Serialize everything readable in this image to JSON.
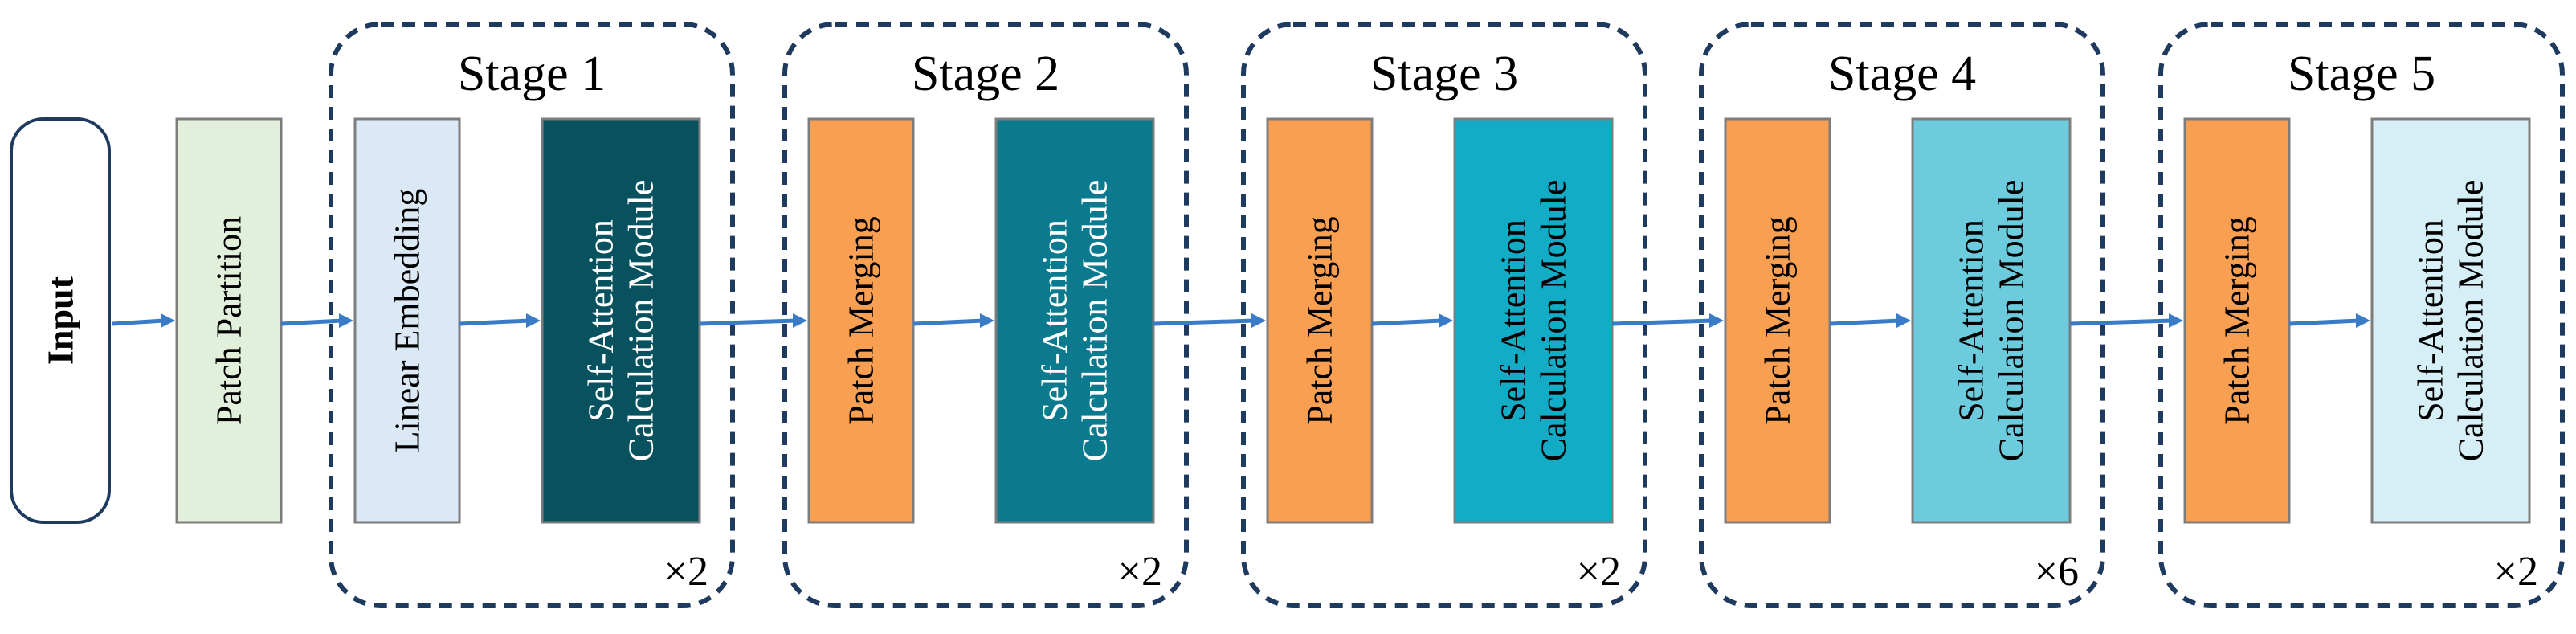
{
  "input": {
    "label": "Input"
  },
  "patch_partition": {
    "label": "Patch Partition",
    "color": "#e2efda"
  },
  "stages": [
    {
      "title": "Stage 1",
      "multiplier": "×2",
      "blocks": [
        {
          "lines": [
            "Linear Embedding"
          ],
          "color": "#dbe9f6",
          "text_color": "#000000"
        },
        {
          "lines": [
            "Self-Attention",
            "Calculation Module"
          ],
          "color": "#08525f",
          "text_color": "#ffffff"
        }
      ]
    },
    {
      "title": "Stage 2",
      "multiplier": "×2",
      "blocks": [
        {
          "lines": [
            "Patch Merging"
          ],
          "color": "#f99f52",
          "text_color": "#000000"
        },
        {
          "lines": [
            "Self-Attention",
            "Calculation Module"
          ],
          "color": "#0c7a8e",
          "text_color": "#ffffff"
        }
      ]
    },
    {
      "title": "Stage 3",
      "multiplier": "×2",
      "blocks": [
        {
          "lines": [
            "Patch Merging"
          ],
          "color": "#f99f52",
          "text_color": "#000000"
        },
        {
          "lines": [
            "Self-Attention",
            "Calculation Module"
          ],
          "color": "#12acc6",
          "text_color": "#000000"
        }
      ]
    },
    {
      "title": "Stage 4",
      "multiplier": "×6",
      "blocks": [
        {
          "lines": [
            "Patch Merging"
          ],
          "color": "#f99f52",
          "text_color": "#000000"
        },
        {
          "lines": [
            "Self-Attention",
            "Calculation Module"
          ],
          "color": "#6cccde",
          "text_color": "#000000"
        }
      ]
    },
    {
      "title": "Stage 5",
      "multiplier": "×2",
      "blocks": [
        {
          "lines": [
            "Patch Merging"
          ],
          "color": "#f99f52",
          "text_color": "#000000"
        },
        {
          "lines": [
            "Self-Attention",
            "Calculation Module"
          ],
          "color": "#d6eef6",
          "text_color": "#000000"
        }
      ]
    }
  ],
  "colors": {
    "stage_border": "#1f3a5f",
    "arrow": "#3a7bc8"
  }
}
